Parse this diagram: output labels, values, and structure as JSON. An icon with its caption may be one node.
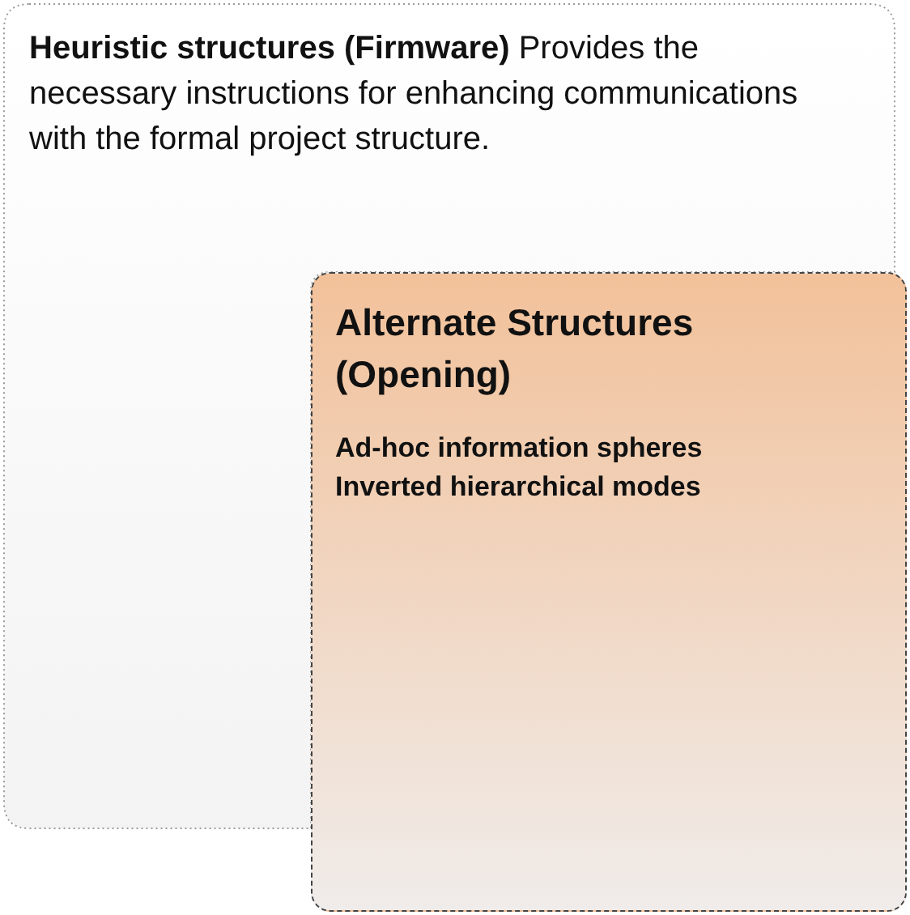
{
  "diagram": {
    "nodes": [
      {
        "text": [
          "**Heuristic structures (Firmware)** Provides the necessary instructions for enhancing communications with the formal project structure."
        ]
      },
      {
        "text": [
          "Alternate Structures (Opening)",
          "Ad-hoc information spheres",
          "Inverted hierarchical modes"
        ]
      }
    ],
    "edges": []
  }
}
